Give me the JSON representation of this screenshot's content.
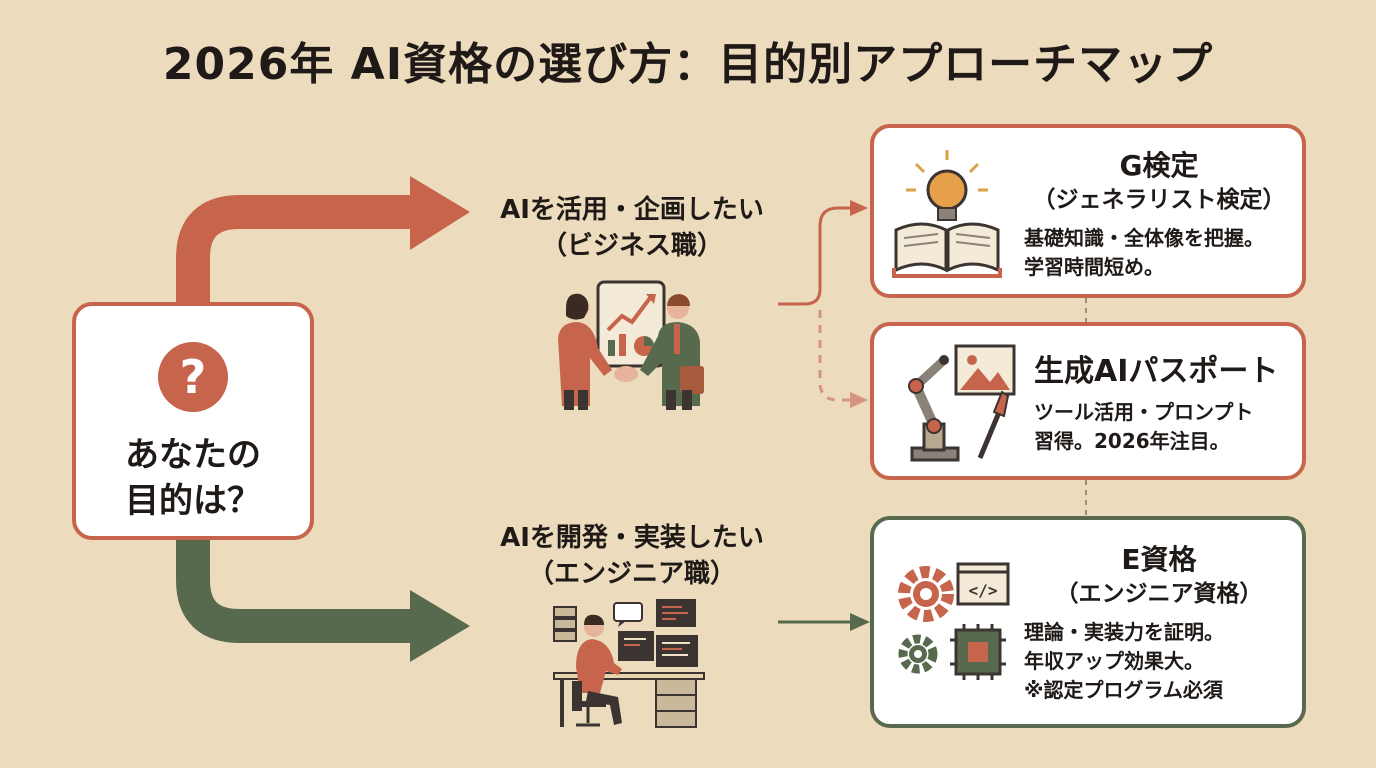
{
  "title": "2026年 AI資格の選び方：目的別アプローチマップ",
  "start": {
    "question_mark": "?",
    "text": "あなたの\n目的は？"
  },
  "paths": {
    "business": {
      "line1": "AIを活用・企画したい",
      "line2": "（ビジネス職）"
    },
    "engineer": {
      "line1": "AIを開発・実装したい",
      "line2": "（エンジニア職）"
    }
  },
  "certs": {
    "g_kentei": {
      "name": "G検定",
      "subtitle": "（ジェネラリスト検定）",
      "desc1": "基礎知識・全体像を把握。",
      "desc2": "学習時間短め。"
    },
    "gen_ai": {
      "name": "生成AIパスポート",
      "desc1": "ツール活用・プロンプト",
      "desc2": "習得。2026年注目。"
    },
    "e_shikaku": {
      "name": "E資格",
      "subtitle": "（エンジニア資格）",
      "desc1": "理論・実装力を証明。",
      "desc2": "年収アップ効果大。",
      "desc3": "※認定プログラム必須"
    }
  },
  "illustrations": {
    "code_symbol": "</>"
  },
  "colors": {
    "background": "#ecdcbd",
    "business_accent": "#c6654c",
    "engineer_accent": "#586a4e"
  },
  "icons": [
    "question-icon",
    "handshake-illustration",
    "engineer-desk-illustration",
    "lightbulb-book-icon",
    "robot-arm-art-icon",
    "gear-chip-code-icon"
  ]
}
